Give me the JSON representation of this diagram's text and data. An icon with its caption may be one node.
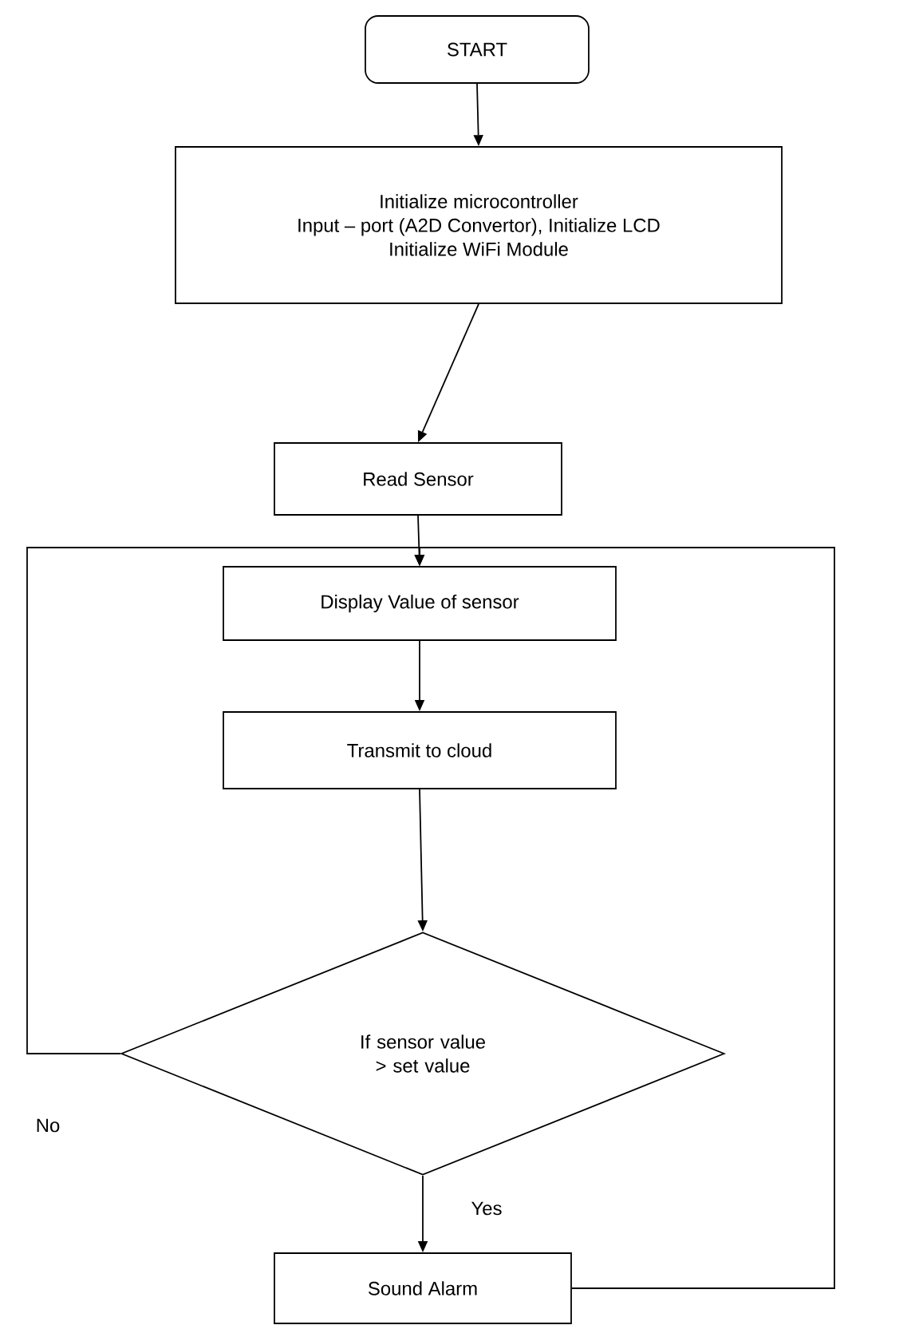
{
  "diagram": {
    "nodes": [
      {
        "text": [
          "START"
        ]
      },
      {
        "text": [
          "Initialize microcontroller",
          "Input – port (A2D Convertor), Initialize LCD",
          "Initialize WiFi Module"
        ]
      },
      {
        "text": [
          "Read Sensor"
        ]
      },
      {
        "text": [
          "Display Value of sensor"
        ]
      },
      {
        "text": [
          "Transmit to cloud"
        ]
      },
      {
        "text": [
          "If sensor value > set value"
        ]
      },
      {
        "text": [
          "Sound Alarm"
        ]
      }
    ],
    "edges": [
      {
        "from": 0,
        "to": 1,
        "arrow": "to"
      },
      {
        "from": 1,
        "to": 2,
        "arrow": "to"
      },
      {
        "from": 2,
        "to": 3,
        "arrow": "to"
      },
      {
        "from": 3,
        "to": 4,
        "arrow": "to"
      },
      {
        "from": 4,
        "to": 5,
        "arrow": "to"
      },
      {
        "from": 5,
        "to": 6,
        "arrow": "to",
        "label": "Yes"
      },
      {
        "from": 5,
        "to": 3,
        "arrow": "to",
        "label": "No"
      },
      {
        "from": 6,
        "to": 3,
        "arrow": "to"
      }
    ]
  }
}
